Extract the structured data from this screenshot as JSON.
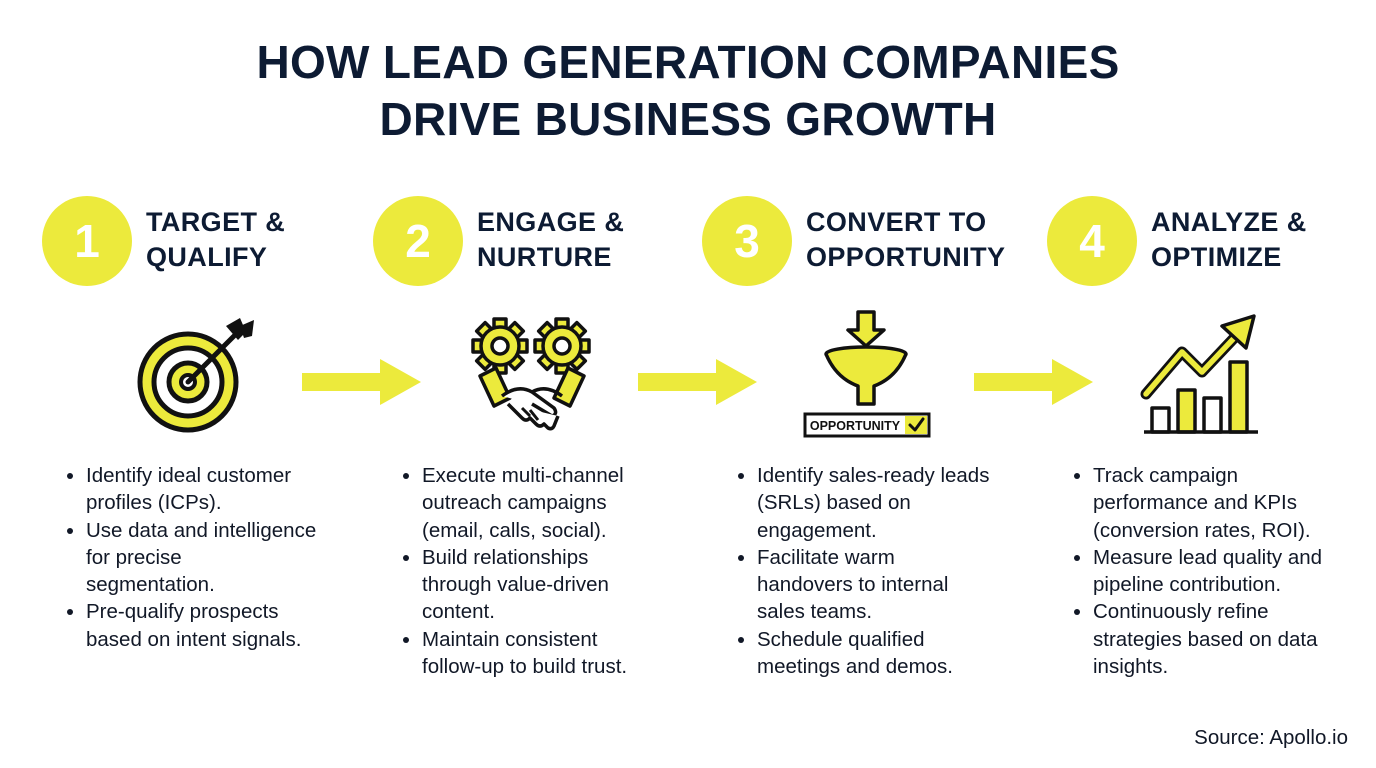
{
  "title": {
    "line1": "HOW LEAD GENERATION COMPANIES",
    "line2": "DRIVE BUSINESS GROWTH"
  },
  "accent_color": "#ecea3c",
  "title_color": "#0d1b33",
  "steps": [
    {
      "number": "1",
      "title_line1": "TARGET &",
      "title_line2": "QUALIFY",
      "icon": "target-icon",
      "bullets": [
        [
          "Identify ideal customer",
          "profiles (ICPs)."
        ],
        [
          "Use data and intelligence",
          "for precise",
          "segmentation."
        ],
        [
          "Pre-qualify prospects",
          "based on intent signals."
        ]
      ]
    },
    {
      "number": "2",
      "title_line1": "ENGAGE &",
      "title_line2": "NURTURE",
      "icon": "gears-handshake-icon",
      "bullets": [
        [
          "Execute multi-channel",
          "outreach campaigns",
          "(email, calls, social)."
        ],
        [
          "Build relationships",
          "through value-driven",
          "content."
        ],
        [
          "Maintain consistent",
          "follow-up to build trust."
        ]
      ]
    },
    {
      "number": "3",
      "title_line1": "CONVERT TO",
      "title_line2": "OPPORTUNITY",
      "icon": "funnel-icon",
      "icon_label": "OPPORTUNITY",
      "bullets": [
        [
          "Identify sales-ready leads",
          "(SRLs) based on",
          "engagement."
        ],
        [
          "Facilitate warm",
          "handovers to internal",
          "sales teams."
        ],
        [
          "Schedule qualified",
          "meetings and demos."
        ]
      ]
    },
    {
      "number": "4",
      "title_line1": "ANALYZE &",
      "title_line2": "OPTIMIZE",
      "icon": "growth-chart-icon",
      "bullets": [
        [
          "Track campaign",
          "performance and KPIs",
          "(conversion rates, ROI)."
        ],
        [
          "Measure lead quality and",
          "pipeline contribution."
        ],
        [
          "Continuously refine",
          "strategies based on data",
          "insights."
        ]
      ]
    }
  ],
  "source": "Source: Apollo.io"
}
